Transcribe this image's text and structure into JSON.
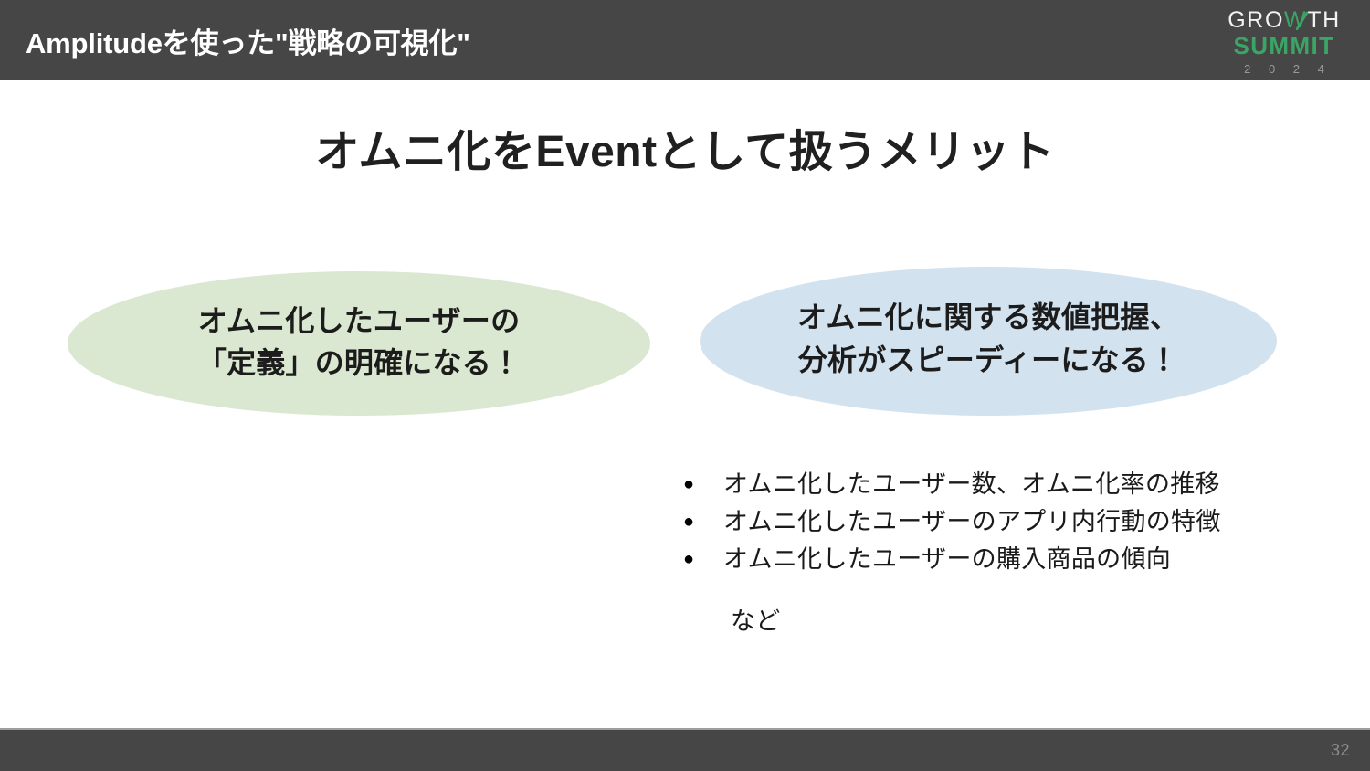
{
  "header": {
    "title": "Amplitudeを使った\"戦略の可視化\"",
    "background_color": "#464646",
    "text_color": "#ffffff"
  },
  "logo": {
    "line1_before": "GRO",
    "line1_w": "W",
    "line1_after": "TH",
    "line2": "SUMMIT",
    "line3": "2 0 2 4",
    "accent_color": "#3aa564",
    "year_color": "#9a9a9a"
  },
  "main": {
    "title": "オムニ化をEventとして扱うメリット",
    "title_color": "#202020"
  },
  "callouts": [
    {
      "id": "definition",
      "text": "オムニ化したユーザーの\n「定義」の明確になる！",
      "fill_color": "#dbe8d1"
    },
    {
      "id": "speed",
      "text": "オムニ化に関する数値把握、\n分析がスピーディーになる！",
      "fill_color": "#d2e2ef"
    }
  ],
  "bullets": {
    "marker": "●",
    "items": [
      "オムニ化したユーザー数、オムニ化率の推移",
      "オムニ化したユーザーのアプリ内行動の特徴",
      "オムニ化したユーザーの購入商品の傾向"
    ],
    "note": "など"
  },
  "footer": {
    "page_number": "32",
    "background_color": "#464646",
    "text_color": "#8c8c8c"
  }
}
